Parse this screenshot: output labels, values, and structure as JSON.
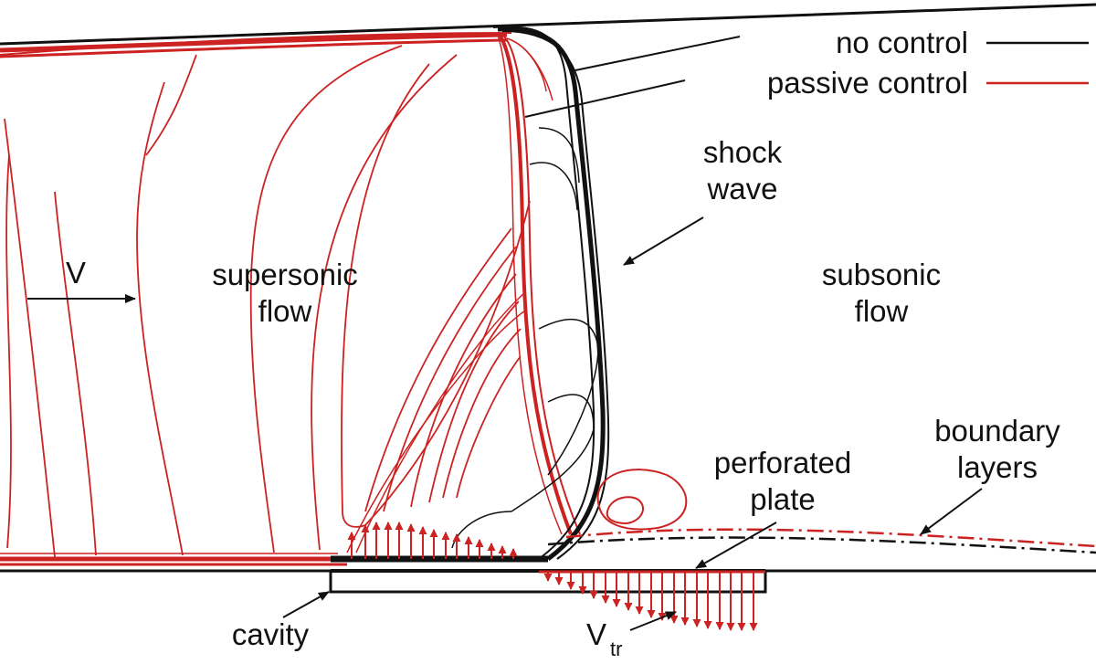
{
  "legend": {
    "entries": [
      {
        "label": "no control",
        "color": "#111111"
      },
      {
        "label": "passive control",
        "color": "#cc2222"
      }
    ]
  },
  "labels": {
    "velocity": "V",
    "supersonic_line1": "supersonic",
    "supersonic_line2": "flow",
    "subsonic_line1": "subsonic",
    "subsonic_line2": "flow",
    "shock_line1": "shock",
    "shock_line2": "wave",
    "boundary_line1": "boundary",
    "boundary_line2": "layers",
    "perforated_line1": "perforated",
    "perforated_line2": "plate",
    "cavity": "cavity",
    "vtr_main": "V",
    "vtr_sub": "tr"
  },
  "colors": {
    "no_control": "#111111",
    "passive_control": "#cc2222",
    "background": "#ffffff"
  }
}
